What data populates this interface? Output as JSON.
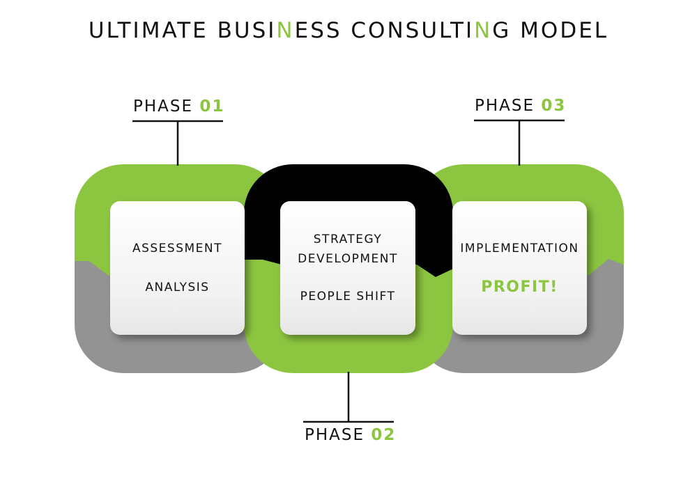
{
  "title": {
    "part1": "ULTIMATE BUSI",
    "accent1": "N",
    "part2": "ESS CONSULTI",
    "accent2": "N",
    "part3": "G MODEL"
  },
  "phases": [
    {
      "word": "PHASE",
      "number": "01"
    },
    {
      "word": "PHASE",
      "number": "02"
    },
    {
      "word": "PHASE",
      "number": "03"
    }
  ],
  "cards": [
    {
      "line1": "ASSESSMENT",
      "line2": "ANALYSIS"
    },
    {
      "line1": "STRATEGY",
      "line2": "DEVELOPMENT",
      "line3": "PEOPLE SHIFT"
    },
    {
      "line1": "IMPLEMENTATION",
      "line2": "PROFIT!"
    }
  ],
  "colors": {
    "green": "#8cc63f",
    "gray": "#939393",
    "black": "#000000",
    "text": "#111111"
  }
}
